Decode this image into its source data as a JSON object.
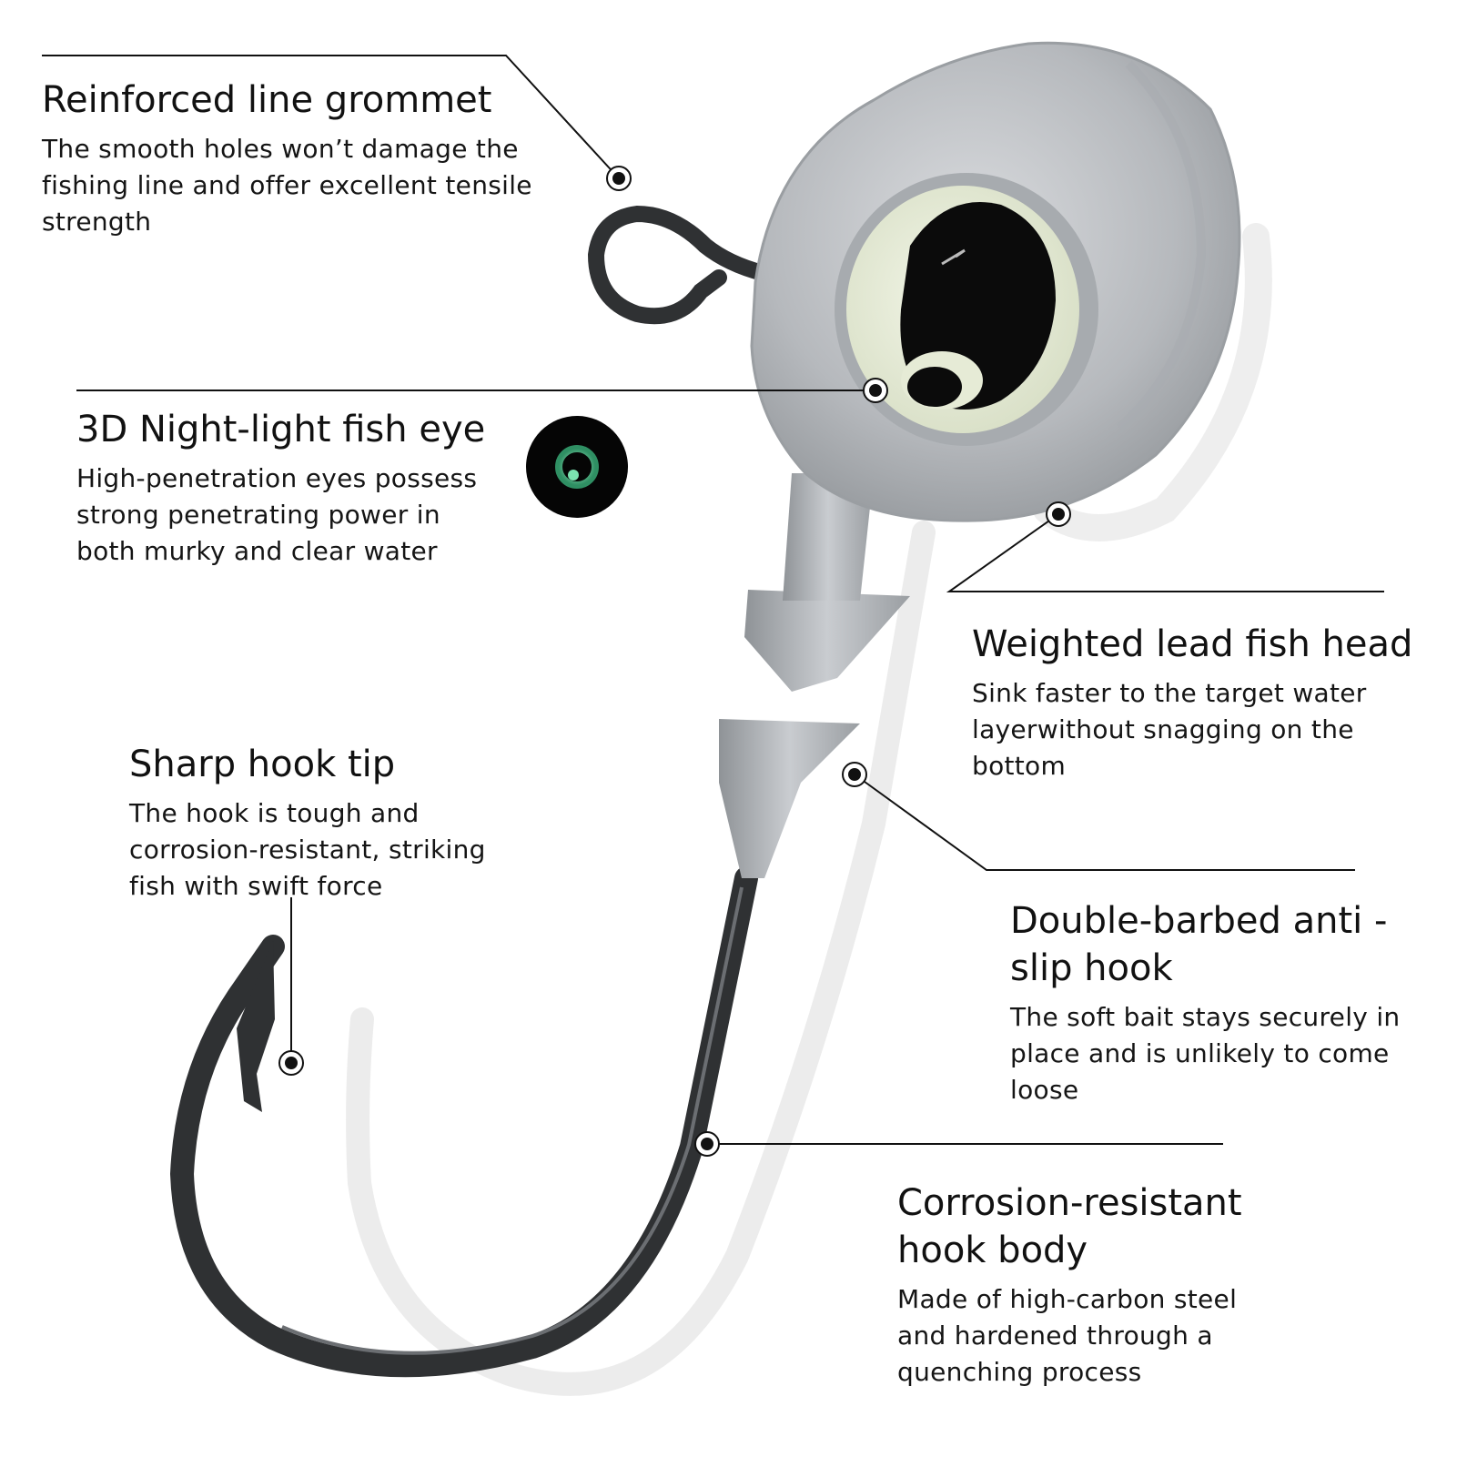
{
  "callouts": {
    "grommet": {
      "title": "Reinforced line grommet",
      "desc": "The smooth holes won’t damage the fishing line and offer excellent tensile strength"
    },
    "eye": {
      "title": "3D Night-light fish eye",
      "desc": "High-penetration eyes possess strong penetrating power in both murky and clear water"
    },
    "lead_head": {
      "title": "Weighted lead fish head",
      "desc": "Sink faster to the target water layerwithout snagging on the bottom"
    },
    "hook_tip": {
      "title": "Sharp hook tip",
      "desc": "The hook is tough and corrosion-resistant, striking fish with swift force"
    },
    "barbs": {
      "title": "Double-barbed anti -slip hook",
      "desc": "The soft bait stays securely in place and is unlikely to come loose"
    },
    "hook_body": {
      "title": "Corrosion-resistant hook body",
      "desc": "Made of high-carbon steel and hardened through a quenching process"
    }
  },
  "colors": {
    "lead": "#b9bcc0",
    "hook": "#2f3133",
    "eye_glow": "#e9f0d9",
    "pupil": "#0b0b0b",
    "night_glow": "#7be3b0"
  },
  "icons": {
    "inset": "night-glow-eye-icon",
    "marker": "callout-marker-icon"
  }
}
